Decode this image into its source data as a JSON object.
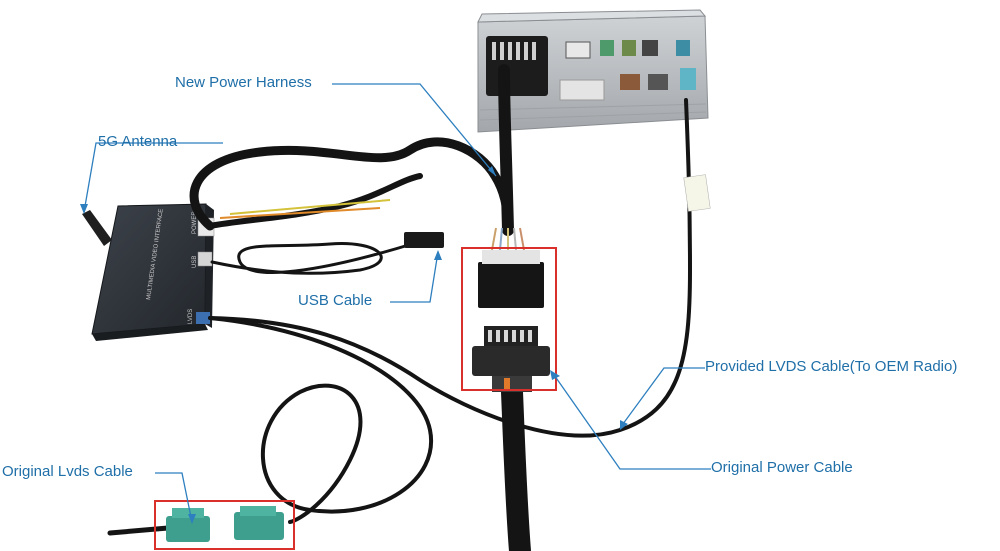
{
  "callouts": {
    "new_power_harness": "New Power Harness",
    "antenna": "5G Antenna",
    "usb_cable": "USB  Cable",
    "provided_lvds": "Provided LVDS Cable(To OEM Radio)",
    "original_power": "Original Power Cable",
    "original_lvds": "Original Lvds Cable"
  },
  "module": {
    "face_text": "MULTIMEDIA VIDEO INTERFACE",
    "port_power": "POWER",
    "port_usb": "USB",
    "port_lvds": "LVDS"
  },
  "colors": {
    "callout_text": "#1f6fa8",
    "leader_line": "#2d7fbf",
    "highlight_box": "#d9302c",
    "cable": "#141414",
    "module_body": "#2f343b",
    "radio_chassis": "#b9bcbf",
    "lvds_connector": "#3f9f8e"
  }
}
